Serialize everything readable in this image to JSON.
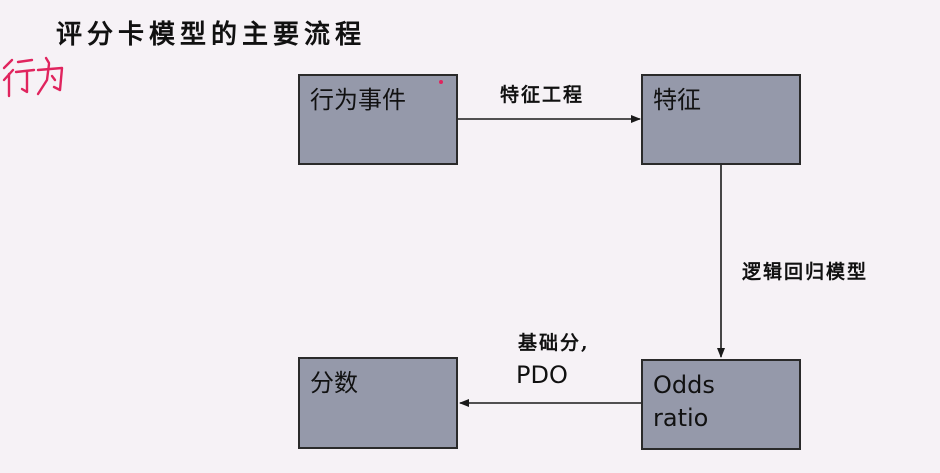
{
  "title": "评分卡模型的主要流程",
  "handwritten_note": "行为",
  "nodes": {
    "behavior_event": "行为事件",
    "feature": "特征",
    "odds_ratio": "Odds\nratio",
    "score": "分数"
  },
  "edges": {
    "feature_engineering": "特征工程",
    "logistic_regression": "逻辑回归模型",
    "base_score_line1": "基础分,",
    "base_score_line2": "PDO"
  },
  "colors": {
    "box_fill": "#9599aa",
    "box_border": "#2a2a2a",
    "background": "#f6f2f6",
    "handwriting": "#e0245e"
  }
}
